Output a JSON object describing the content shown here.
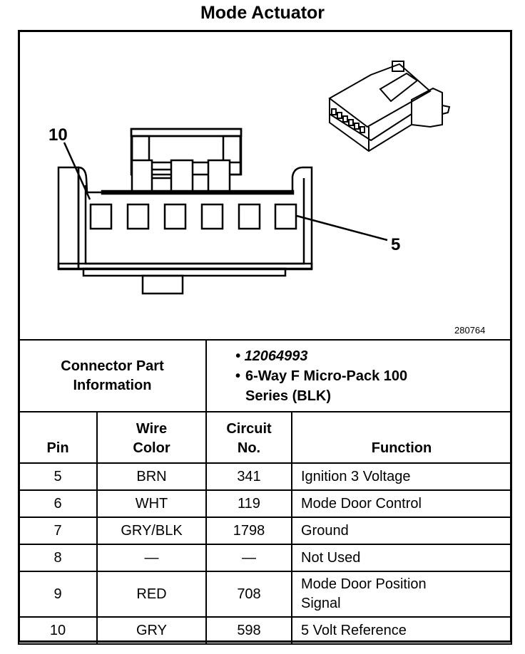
{
  "title": "Mode Actuator",
  "diagram": {
    "pin_label_left": "10",
    "pin_label_right": "5",
    "figure_number": "280764"
  },
  "connector_info": {
    "label": "Connector Part Information",
    "items": [
      "12064993",
      "6-Way F Micro-Pack 100 Series (BLK)"
    ]
  },
  "table": {
    "headers": {
      "pin": "Pin",
      "wire_color": "Wire Color",
      "circuit": "Circuit No.",
      "function": "Function"
    },
    "rows": [
      {
        "pin": "5",
        "wire_color": "BRN",
        "circuit": "341",
        "function": "Ignition 3 Voltage"
      },
      {
        "pin": "6",
        "wire_color": "WHT",
        "circuit": "119",
        "function": "Mode Door Control"
      },
      {
        "pin": "7",
        "wire_color": "GRY/BLK",
        "circuit": "1798",
        "function": "Ground"
      },
      {
        "pin": "8",
        "wire_color": "—",
        "circuit": "—",
        "function": "Not Used"
      },
      {
        "pin": "9",
        "wire_color": "RED",
        "circuit": "708",
        "function": "Mode Door Position Signal"
      },
      {
        "pin": "10",
        "wire_color": "GRY",
        "circuit": "598",
        "function": "5 Volt Reference"
      }
    ]
  }
}
